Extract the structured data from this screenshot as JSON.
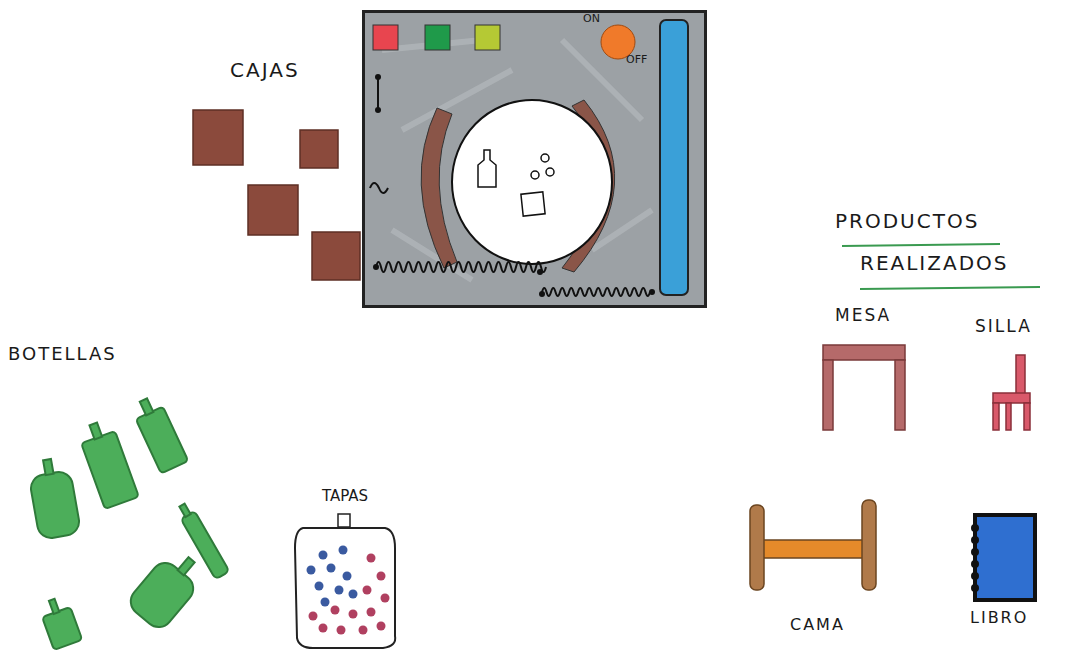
{
  "diagram": {
    "nodes": [
      {
        "text": [
          "ON",
          "OFF"
        ]
      },
      {
        "text": [
          "TAPAS"
        ]
      }
    ],
    "labels": [
      "CAJAS",
      "PRODUCTOS REALIZADOS",
      "MESA",
      "SILLA",
      "BOTELLAS",
      "CAMA",
      "LIBRO"
    ]
  }
}
